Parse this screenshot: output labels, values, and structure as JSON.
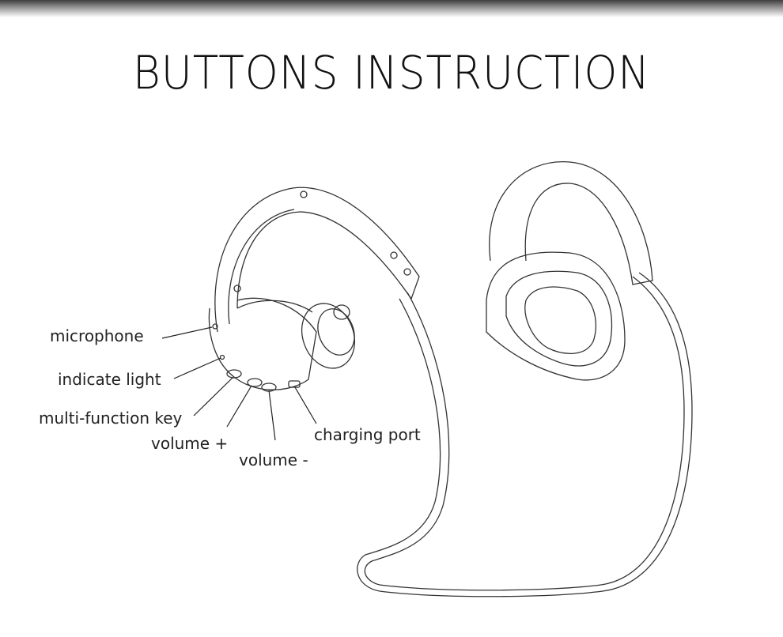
{
  "title": "BUTTONS INSTRUCTION",
  "labels": {
    "microphone": "microphone",
    "indicate_light": "indicate light",
    "multi_function_key": "multi-function key",
    "volume_up": "volume +",
    "volume_down": "volume -",
    "charging_port": "charging port"
  }
}
